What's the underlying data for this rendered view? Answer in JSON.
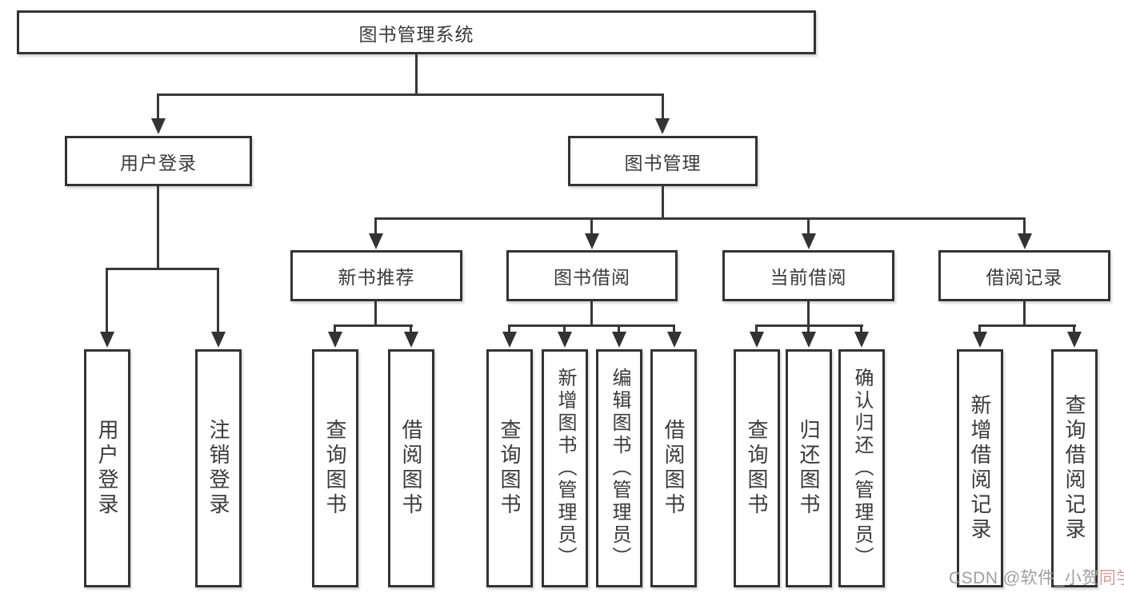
{
  "nodes": {
    "root": "图书管理系统",
    "user_login": "用户登录",
    "book_manage": "图书管理",
    "sections": [
      "新书推荐",
      "图书借阅",
      "当前借阅",
      "借阅记录"
    ],
    "login_leaves": [
      "用户登录",
      "注销登录"
    ],
    "recommend_leaves": [
      "查询图书",
      "借阅图书"
    ],
    "borrow_leaves": [
      "查询图书",
      "新增图书（管理员）",
      "编辑图书（管理员）",
      "借阅图书"
    ],
    "current_leaves": [
      "查询图书",
      "归还图书",
      "确认归还（管理员）"
    ],
    "record_leaves": [
      "新增借阅记录",
      "查询借阅记录"
    ]
  },
  "watermark": {
    "main": "CSDN @软件_小贺",
    "accent": "同学"
  },
  "colors": {
    "line": "#383838",
    "border": "#333333",
    "text": "#3a3a3a",
    "watermark": "#9e9e9e"
  }
}
